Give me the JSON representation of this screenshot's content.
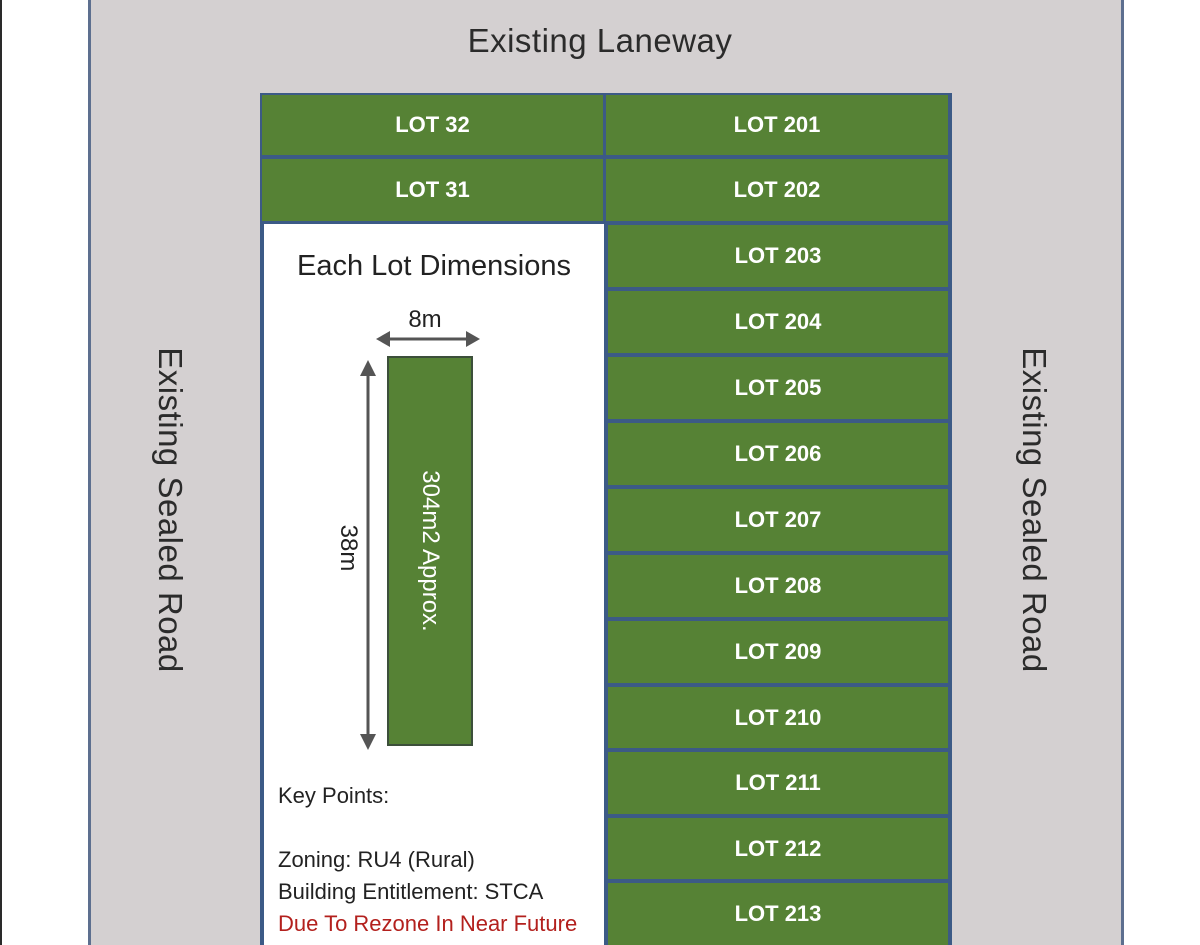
{
  "labels": {
    "laneway": "Existing Laneway",
    "road_left": "Existing Sealed Road",
    "road_right": "Existing Sealed Road"
  },
  "lots_left": [
    {
      "label": "LOT 32"
    },
    {
      "label": "LOT 31"
    }
  ],
  "lots_right": [
    {
      "label": "LOT 201"
    },
    {
      "label": "LOT 202"
    },
    {
      "label": "LOT 203"
    },
    {
      "label": "LOT 204"
    },
    {
      "label": "LOT 205"
    },
    {
      "label": "LOT 206"
    },
    {
      "label": "LOT 207"
    },
    {
      "label": "LOT 208"
    },
    {
      "label": "LOT 209"
    },
    {
      "label": "LOT 210"
    },
    {
      "label": "LOT 211"
    },
    {
      "label": "LOT 212"
    },
    {
      "label": "LOT 213"
    }
  ],
  "dimensions": {
    "title": "Each Lot Dimensions",
    "width": "8m",
    "length": "38m",
    "area": "304m2 Approx."
  },
  "key_points": {
    "heading": "Key Points:",
    "zoning": "Zoning: RU4 (Rural)",
    "entitlement": "Building Entitlement: STCA",
    "note": "Due To Rezone In Near Future"
  },
  "colors": {
    "lot_green": "#568235",
    "road_grey": "#d4d0d1",
    "lot_border": "#3c5a86",
    "warning_red": "#b3201d"
  }
}
